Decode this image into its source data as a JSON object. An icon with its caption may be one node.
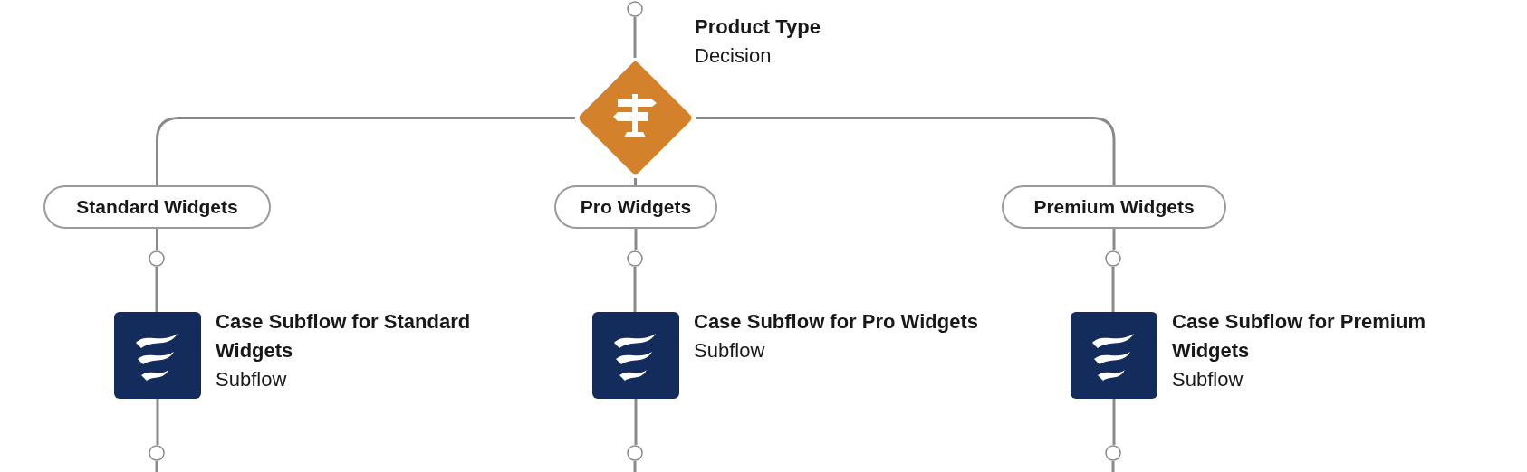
{
  "diagram": {
    "nodes": [
      {
        "text": [],
        "shape": "circle"
      },
      {
        "text": [
          "Product Type",
          "Decision"
        ]
      },
      {
        "text": [
          "Standard Widgets"
        ]
      },
      {
        "text": [
          "Pro Widgets"
        ]
      },
      {
        "text": [
          "Premium Widgets"
        ]
      },
      {
        "text": [],
        "shape": "circle"
      },
      {
        "text": [],
        "shape": "circle"
      },
      {
        "text": [],
        "shape": "circle"
      },
      {
        "text": [
          "Case Subflow for Standard Widgets",
          "Subflow"
        ]
      },
      {
        "text": [
          "Case Subflow for Pro Widgets",
          "Subflow"
        ]
      },
      {
        "text": [
          "Case Subflow for Premium Widgets",
          "Subflow"
        ]
      },
      {
        "text": [],
        "shape": "circle"
      },
      {
        "text": [],
        "shape": "circle"
      },
      {
        "text": [],
        "shape": "circle"
      }
    ],
    "edges": [
      {
        "from": 0,
        "to": 1,
        "arrow": "none"
      },
      {
        "from": 1,
        "to": 2,
        "arrow": "none"
      },
      {
        "from": 1,
        "to": 3,
        "arrow": "none"
      },
      {
        "from": 1,
        "to": 4,
        "arrow": "none"
      },
      {
        "from": 2,
        "to": 5,
        "arrow": "none"
      },
      {
        "from": 3,
        "to": 6,
        "arrow": "none"
      },
      {
        "from": 4,
        "to": 7,
        "arrow": "none"
      },
      {
        "from": 5,
        "to": 8,
        "arrow": "none"
      },
      {
        "from": 6,
        "to": 9,
        "arrow": "none"
      },
      {
        "from": 7,
        "to": 10,
        "arrow": "none"
      },
      {
        "from": 8,
        "to": 11,
        "arrow": "none"
      },
      {
        "from": 9,
        "to": 12,
        "arrow": "none"
      },
      {
        "from": 10,
        "to": 13,
        "arrow": "none"
      },
      {
        "from": 11,
        "to": null,
        "arrow": "none"
      },
      {
        "from": 12,
        "to": null,
        "arrow": "none"
      },
      {
        "from": 13,
        "to": null,
        "arrow": "none"
      }
    ]
  }
}
